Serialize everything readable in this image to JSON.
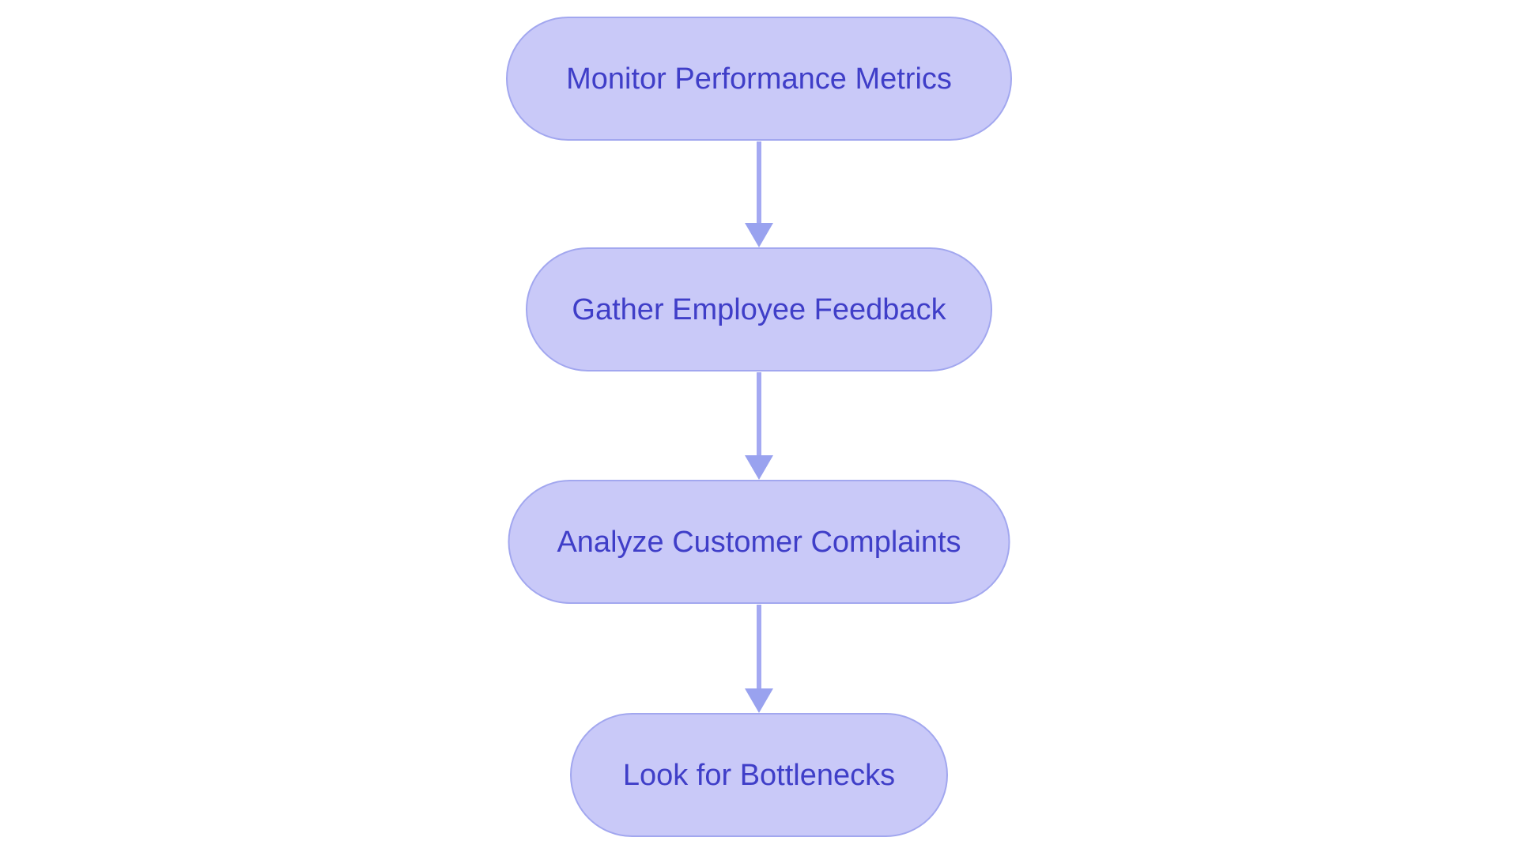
{
  "diagram": {
    "type": "flowchart",
    "direction": "top-down",
    "nodes": [
      {
        "id": "monitor-performance-metrics",
        "label": "Monitor Performance Metrics",
        "shape": "stadium"
      },
      {
        "id": "gather-employee-feedback",
        "label": "Gather Employee Feedback",
        "shape": "stadium"
      },
      {
        "id": "analyze-customer-complaints",
        "label": "Analyze Customer Complaints",
        "shape": "stadium"
      },
      {
        "id": "look-for-bottlenecks",
        "label": "Look for Bottlenecks",
        "shape": "stadium"
      }
    ],
    "edges": [
      {
        "from": "monitor-performance-metrics",
        "to": "gather-employee-feedback",
        "style": "arrow"
      },
      {
        "from": "gather-employee-feedback",
        "to": "analyze-customer-complaints",
        "style": "arrow"
      },
      {
        "from": "analyze-customer-complaints",
        "to": "look-for-bottlenecks",
        "style": "arrow"
      }
    ],
    "colors": {
      "canvas_bg": "#ffffff",
      "node_fill": "#c9c9f8",
      "node_border": "#a2a7ef",
      "node_text": "#3f3ec8",
      "arrow_line": "#a4a9f2",
      "arrow_head": "#99a2ef"
    }
  }
}
